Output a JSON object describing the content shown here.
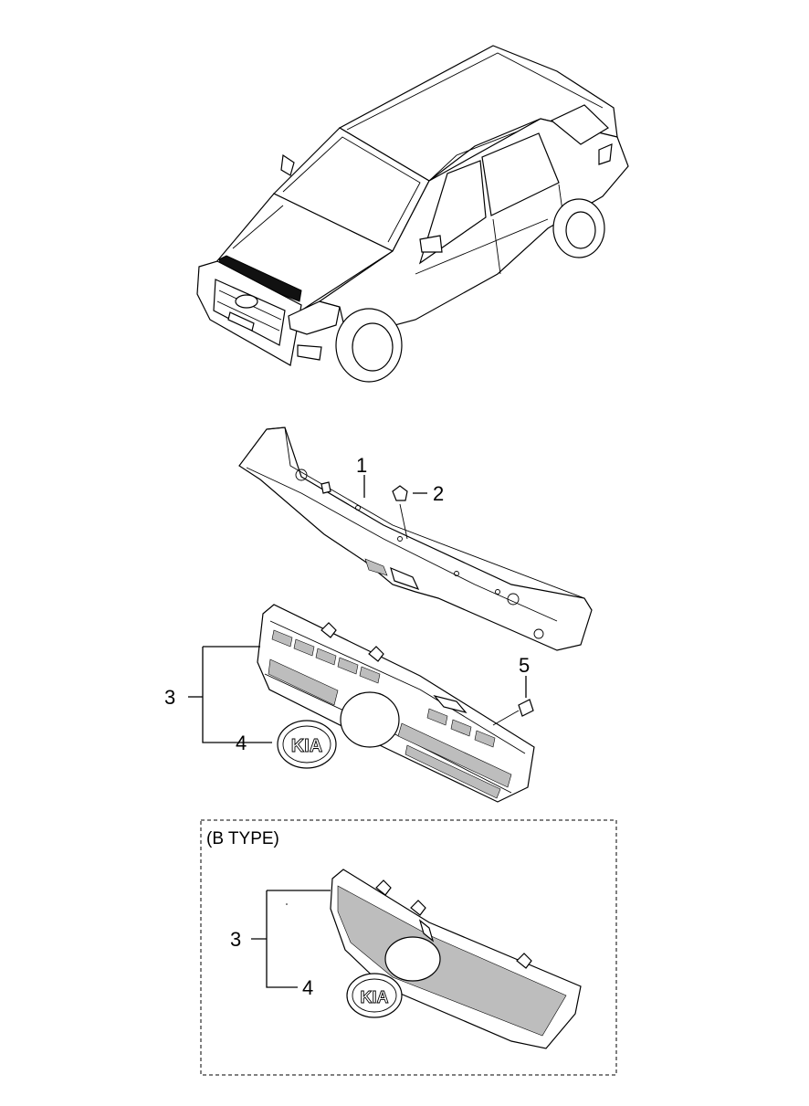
{
  "callouts": {
    "c1": "1",
    "c2": "2",
    "c3": "3",
    "c4": "4",
    "c5": "5",
    "b3": "3",
    "b4": "4"
  },
  "variant_box": {
    "label": "(B TYPE)"
  },
  "emblem": {
    "text": "KIA"
  }
}
